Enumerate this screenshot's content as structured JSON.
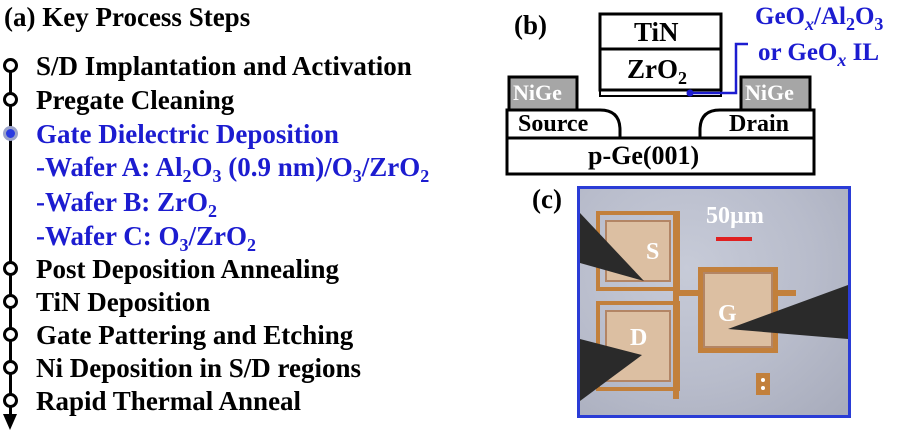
{
  "panel_a": {
    "title": "(a) Key Process Steps",
    "steps_before": [
      "S/D Implantation and Activation",
      "Pregate Cleaning"
    ],
    "active_step": "Gate Dielectric Deposition",
    "sub_steps": {
      "wafer_a": {
        "prefix": "-Wafer A: Al",
        "s1": "2",
        "mid1": "O",
        "s2": "3",
        "mid2": " (0.9 nm)/O",
        "s3": "3",
        "mid3": "/ZrO",
        "s4": "2"
      },
      "wafer_b": {
        "prefix": "-Wafer B: ZrO",
        "s1": "2"
      },
      "wafer_c": {
        "prefix": "-Wafer C: O",
        "s1": "3",
        "mid1": "/ZrO",
        "s2": "2"
      }
    },
    "steps_after": [
      "Post Deposition Annealing",
      "TiN Deposition",
      "Gate Pattering and Etching",
      "Ni Deposition in S/D regions",
      "Rapid Thermal Anneal"
    ],
    "colors": {
      "active": "#1c1cd0",
      "text": "#000000"
    }
  },
  "panel_b": {
    "label": "(b)",
    "tin": "TiN",
    "zro2_base": "ZrO",
    "zro2_sub": "2",
    "nige_left": "NiGe",
    "nige_right": "NiGe",
    "source": "Source",
    "drain": "Drain",
    "substrate": "p-Ge(001)",
    "annotation_line1": {
      "a": "GeO",
      "x": "x",
      "b": "/Al",
      "s1": "2",
      "c": "O",
      "s2": "3"
    },
    "annotation_line2": {
      "a": "or GeO",
      "x": "x",
      "b": " IL"
    },
    "colors": {
      "nige_fill": "#a6a6a6",
      "annotation": "#1c1cd0"
    }
  },
  "panel_c": {
    "label": "(c)",
    "scale": "50µm",
    "pad_s": "S",
    "pad_d": "D",
    "pad_g": "G",
    "colors": {
      "border": "#2a3cd6",
      "scale_bar": "#e02020",
      "pad_ring": "#c2803c"
    }
  }
}
